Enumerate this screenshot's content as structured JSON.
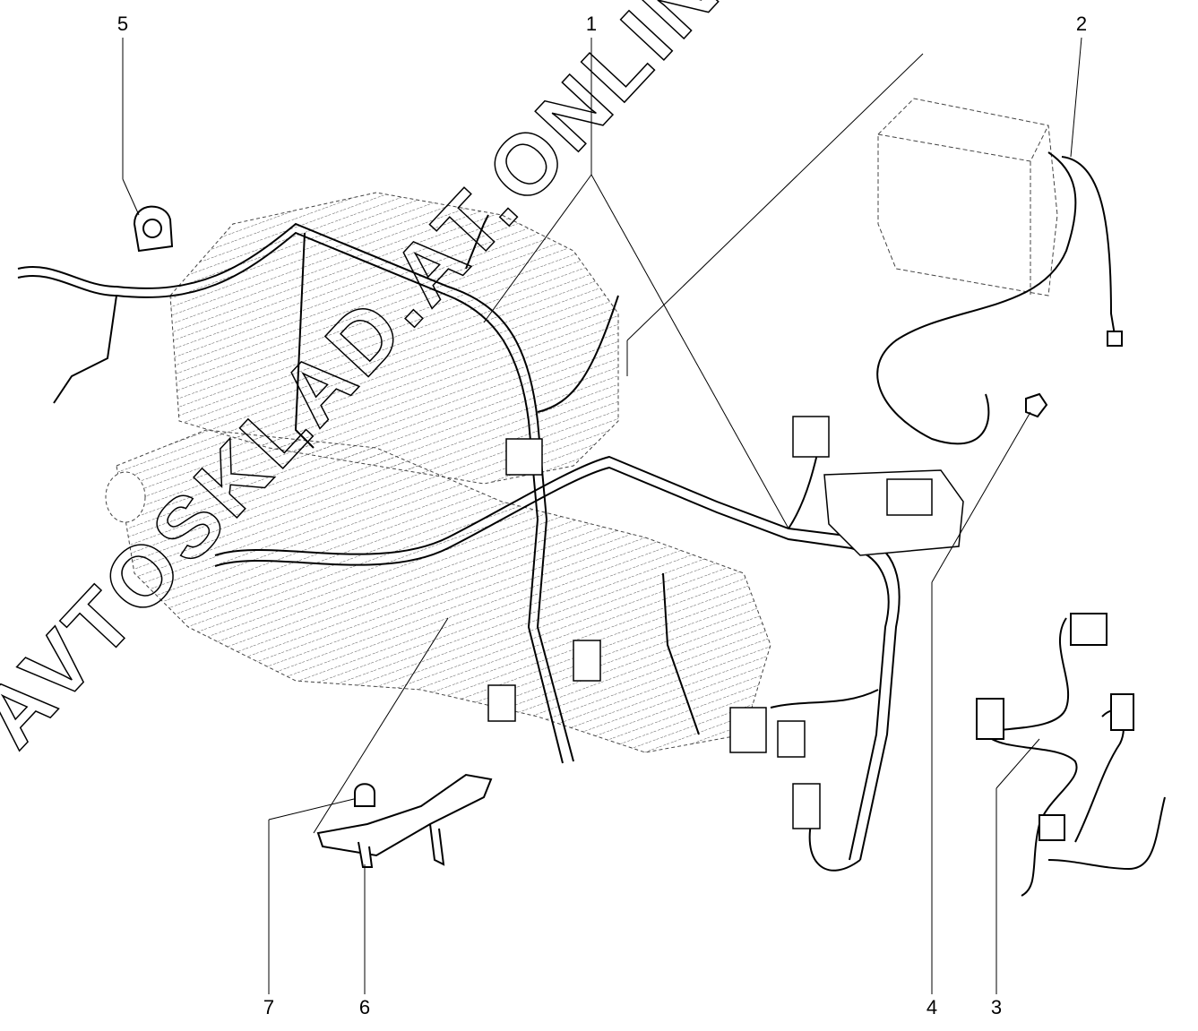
{
  "diagram": {
    "callouts": [
      {
        "id": "1",
        "label": "1"
      },
      {
        "id": "2",
        "label": "2"
      },
      {
        "id": "3",
        "label": "3"
      },
      {
        "id": "4",
        "label": "4"
      },
      {
        "id": "5",
        "label": "5"
      },
      {
        "id": "6",
        "label": "6"
      },
      {
        "id": "7",
        "label": "7"
      }
    ],
    "watermark": "AVTOSKLAD.AT.ONLINE",
    "colors": {
      "line": "#000000",
      "background": "#ffffff",
      "engine_hatch": "#555555"
    }
  }
}
